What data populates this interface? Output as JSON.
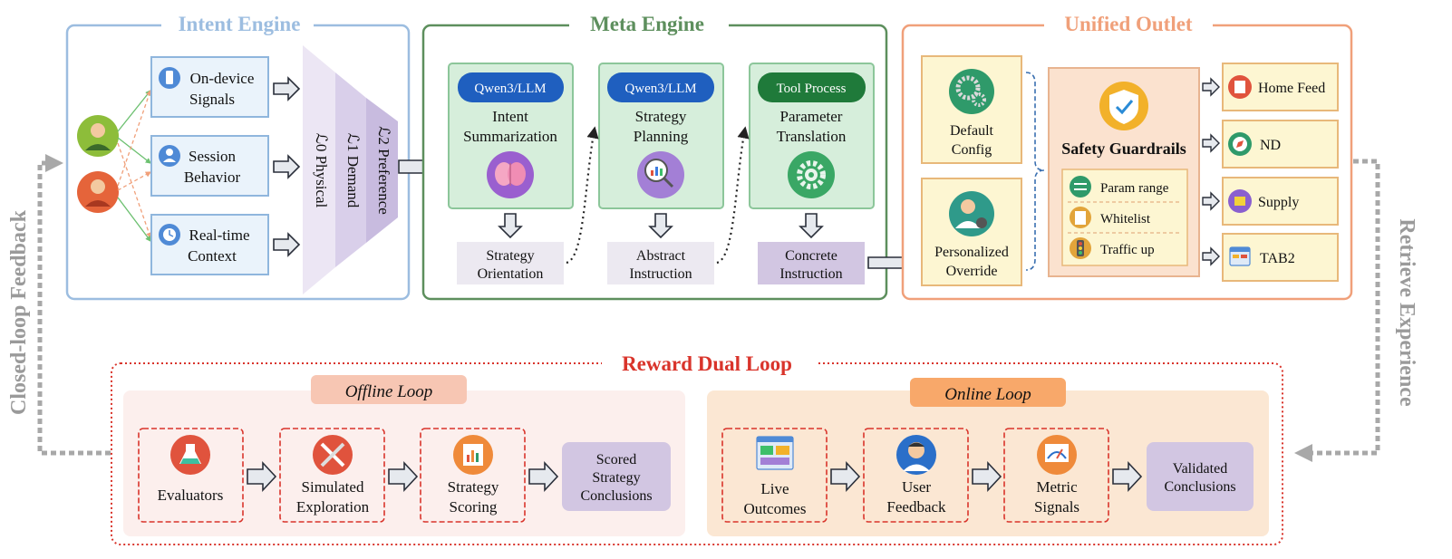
{
  "intent_engine": {
    "title": "Intent Engine",
    "signals": [
      {
        "line1": "On-device",
        "line2": "Signals",
        "icon": "smartphone-icon"
      },
      {
        "line1": "Session",
        "line2": "Behavior",
        "icon": "user-session-icon"
      },
      {
        "line1": "Real-time",
        "line2": "Context",
        "icon": "clock-icon"
      }
    ],
    "users": [
      "male-user-icon",
      "female-user-icon"
    ],
    "layers": [
      "ℒ0 Physical",
      "ℒ1 Demand",
      "ℒ2 Preference"
    ]
  },
  "meta_engine": {
    "title": "Meta Engine",
    "stages": [
      {
        "badge": "Qwen3/LLM",
        "line1": "Intent",
        "line2": "Summarization",
        "icon": "brain-icon",
        "out1": "Strategy",
        "out2": "Orientation"
      },
      {
        "badge": "Qwen3/LLM",
        "line1": "Strategy",
        "line2": "Planning",
        "icon": "magnifier-chart-icon",
        "out1": "Abstract",
        "out2": "Instruction"
      },
      {
        "badge": "Tool Process",
        "line1": "Parameter",
        "line2": "Translation",
        "icon": "gears-icon",
        "out1": "Concrete",
        "out2": "Instruction"
      }
    ]
  },
  "unified_outlet": {
    "title": "Unified Outlet",
    "configs": [
      {
        "line1": "Default",
        "line2": "Config",
        "icon": "gear-cluster-icon"
      },
      {
        "line1": "Personalized",
        "line2": "Override",
        "icon": "user-gear-icon"
      }
    ],
    "guardrails": {
      "title": "Safety Guardrails",
      "icon": "shield-check-icon",
      "items": [
        {
          "label": "Param range",
          "icon": "sliders-icon"
        },
        {
          "label": "Whitelist",
          "icon": "clipboard-icon"
        },
        {
          "label": "Traffic up",
          "icon": "traffic-light-icon"
        }
      ]
    },
    "outlets": [
      {
        "label": "Home Feed",
        "icon": "home-feed-icon"
      },
      {
        "label": "ND",
        "icon": "compass-icon"
      },
      {
        "label": "Supply",
        "icon": "supply-boxes-icon"
      },
      {
        "label": "TAB2",
        "icon": "tab-panel-icon"
      }
    ]
  },
  "reward_loop": {
    "title": "Reward Dual Loop",
    "offline": {
      "title": "Offline Loop",
      "steps": [
        {
          "lines": [
            "Evaluators"
          ],
          "icon": "flask-icon"
        },
        {
          "lines": [
            "Simulated",
            "Exploration"
          ],
          "icon": "tools-icon"
        },
        {
          "lines": [
            "Strategy",
            "Scoring"
          ],
          "icon": "score-board-icon"
        }
      ],
      "result": [
        "Scored",
        "Strategy",
        "Conclusions"
      ]
    },
    "online": {
      "title": "Online Loop",
      "steps": [
        {
          "lines": [
            "Live",
            "Outcomes"
          ],
          "icon": "dashboard-icon"
        },
        {
          "lines": [
            "User",
            "Feedback"
          ],
          "icon": "user-avatar-icon"
        },
        {
          "lines": [
            "Metric",
            "Signals"
          ],
          "icon": "gauge-icon"
        }
      ],
      "result": [
        "Validated",
        "Conclusions"
      ]
    }
  },
  "feedback": {
    "left": "Closed-loop Feedback",
    "right": "Retrieve Experience"
  },
  "colors": {
    "intent": "#9cbde0",
    "meta": "#5d8f5d",
    "outlet": "#f0a07a",
    "reward": "#d9342b",
    "llm_badge": "#1f5fbf",
    "tool_badge": "#1f7a3a"
  }
}
